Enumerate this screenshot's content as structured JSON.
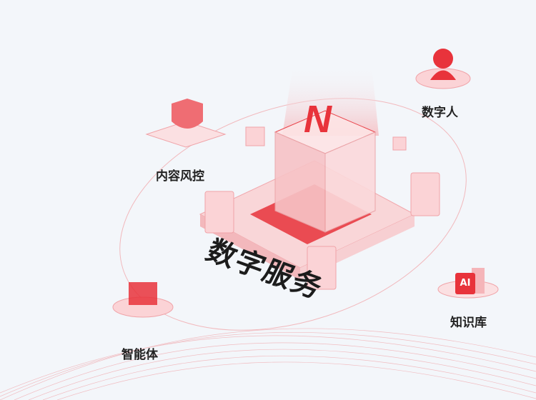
{
  "center": {
    "title": "数字服务"
  },
  "nodes": [
    {
      "label": "数字人"
    },
    {
      "label": "内容风控"
    },
    {
      "label": "智能体"
    },
    {
      "label": "知识库",
      "badge": "AI"
    }
  ],
  "colors": {
    "accent": "#e8333b",
    "background": "#f3f6fa",
    "light": "#f8c9cc"
  }
}
